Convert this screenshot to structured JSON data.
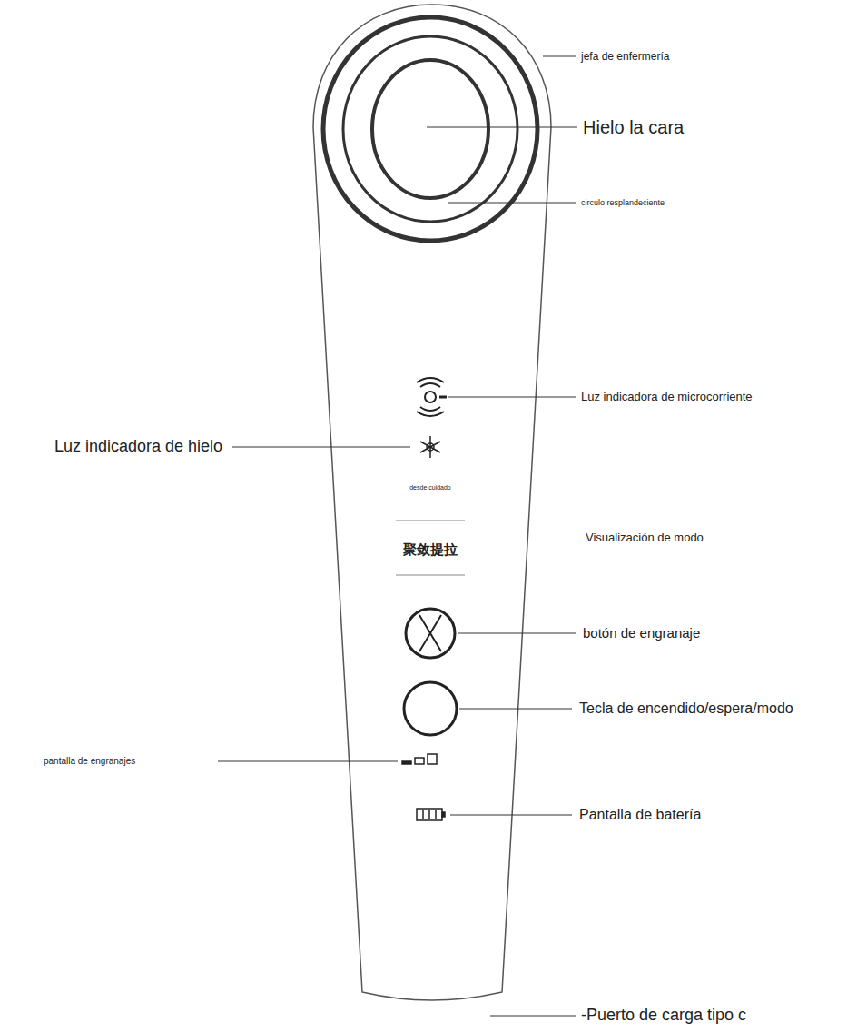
{
  "diagram": {
    "labels": [
      "jefa de enfermería",
      "Hielo la cara",
      "circulo resplandeciente",
      "Luz indicadora de microcorriente",
      "Luz indicadora de hielo",
      "desde cuidado",
      "聚敛提拉",
      "Visualización de modo",
      "botón de engranaje",
      "Tecla de encendido/espera/modo",
      "pantalla de engranajes",
      "Pantalla de batería",
      "-Puerto de carga tipo c"
    ]
  }
}
